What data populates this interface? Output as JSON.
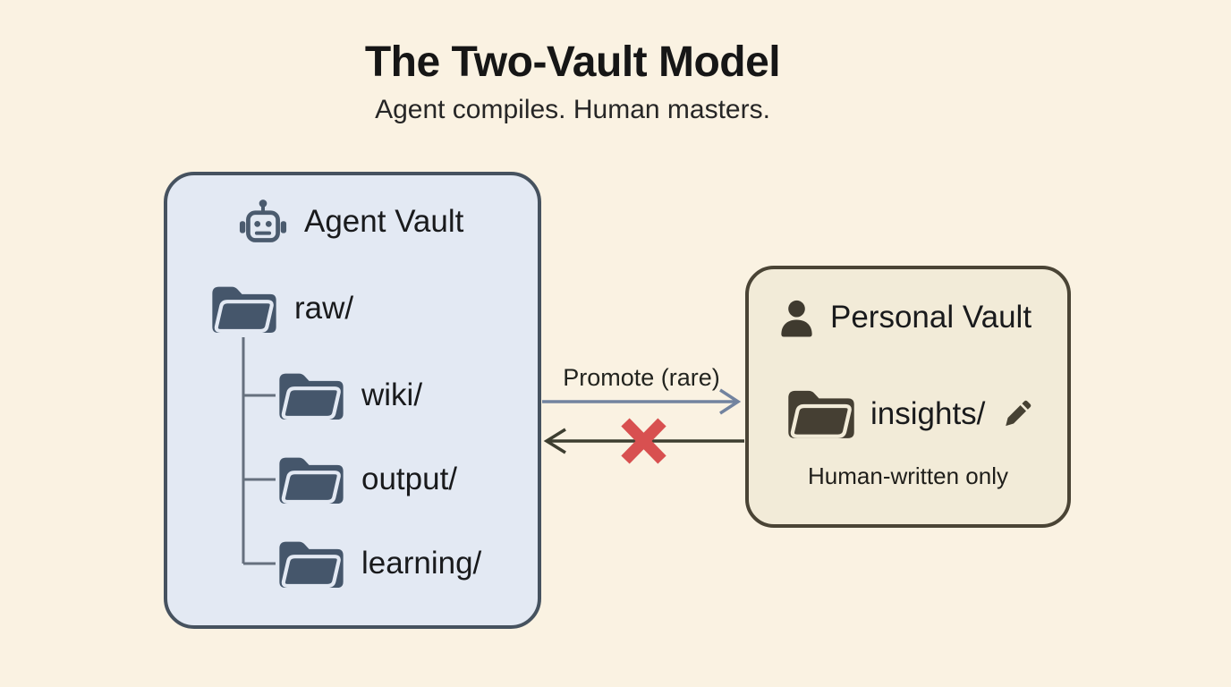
{
  "title": "The Two-Vault Model",
  "subtitle": "Agent compiles. Human masters.",
  "agent_vault": {
    "label": "Agent Vault",
    "icon": "robot-icon",
    "tree": {
      "root": "raw/",
      "children": [
        "wiki/",
        "output/",
        "learning/"
      ]
    }
  },
  "personal_vault": {
    "label": "Personal Vault",
    "icon": "person-icon",
    "folder": "insights/",
    "folder_icon": "pencil-icon",
    "note": "Human-written only"
  },
  "flows": {
    "promote": {
      "label": "Promote (rare)",
      "direction": "left-to-right"
    },
    "reverse": {
      "direction": "right-to-left",
      "blocked": true,
      "blocked_icon": "red-x-icon"
    }
  },
  "colors": {
    "background": "#faf2e2",
    "agent_box_fill": "#e3e9f3",
    "agent_box_border": "#46525f",
    "agent_accent": "#45566b",
    "personal_box_fill": "#f2ebd8",
    "personal_box_border": "#4a4435",
    "personal_accent": "#453f33",
    "tree_line": "#66707e",
    "promote_arrow": "#72839f",
    "reverse_arrow": "#3d3e30",
    "blocked_x": "#d85050",
    "text": "#1b1b1b"
  }
}
